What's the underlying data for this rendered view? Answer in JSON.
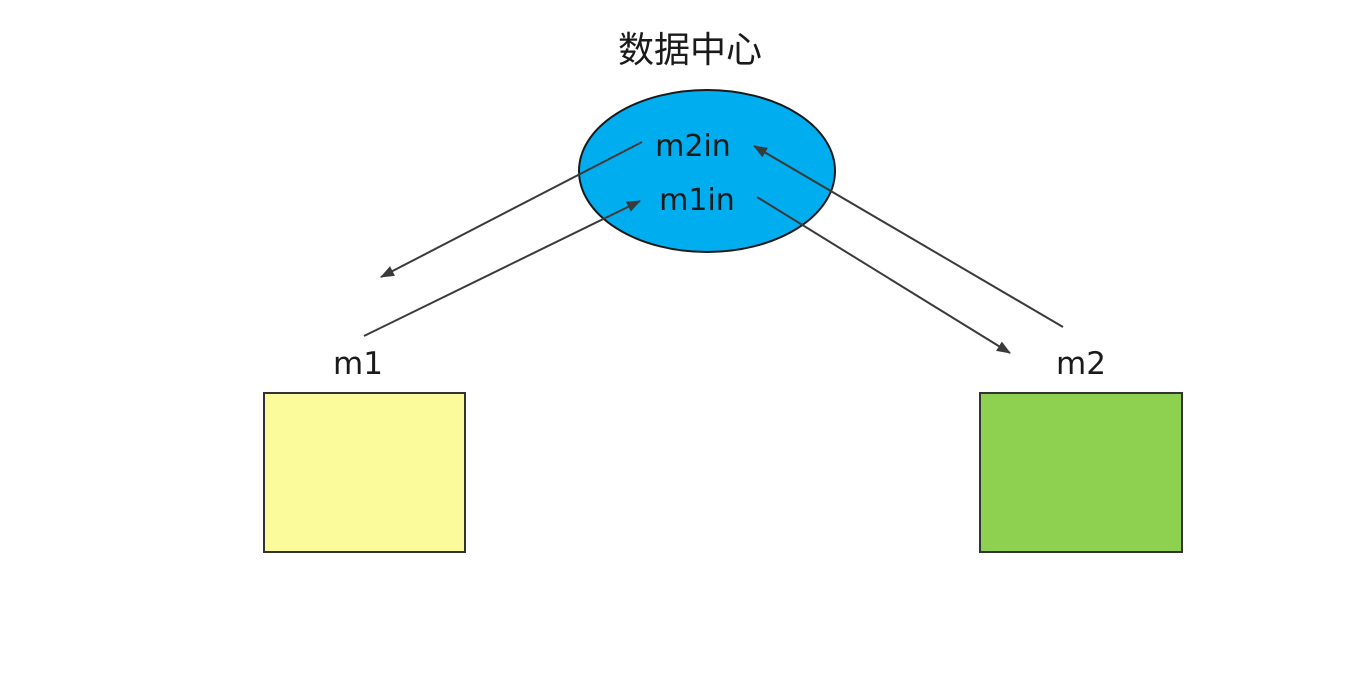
{
  "diagram": {
    "title": "数据中心",
    "center_node": {
      "fill": "#00AEEF",
      "outline": "#1A1A1A",
      "ports": [
        {
          "label": "m2in"
        },
        {
          "label": "m1in"
        }
      ]
    },
    "machine_nodes": [
      {
        "label": "m1",
        "fill": "#FBFB9B"
      },
      {
        "label": "m2",
        "fill": "#8ED050"
      }
    ],
    "edges": [
      {
        "from": "m2in",
        "to": "m1"
      },
      {
        "from": "m1",
        "to": "m1in"
      },
      {
        "from": "m2",
        "to": "m2in"
      },
      {
        "from": "m1in",
        "to": "m2"
      }
    ],
    "colors": {
      "edge": "#3A3A3A",
      "shape_outline": "#333333",
      "text": "#1A1A1A"
    }
  }
}
